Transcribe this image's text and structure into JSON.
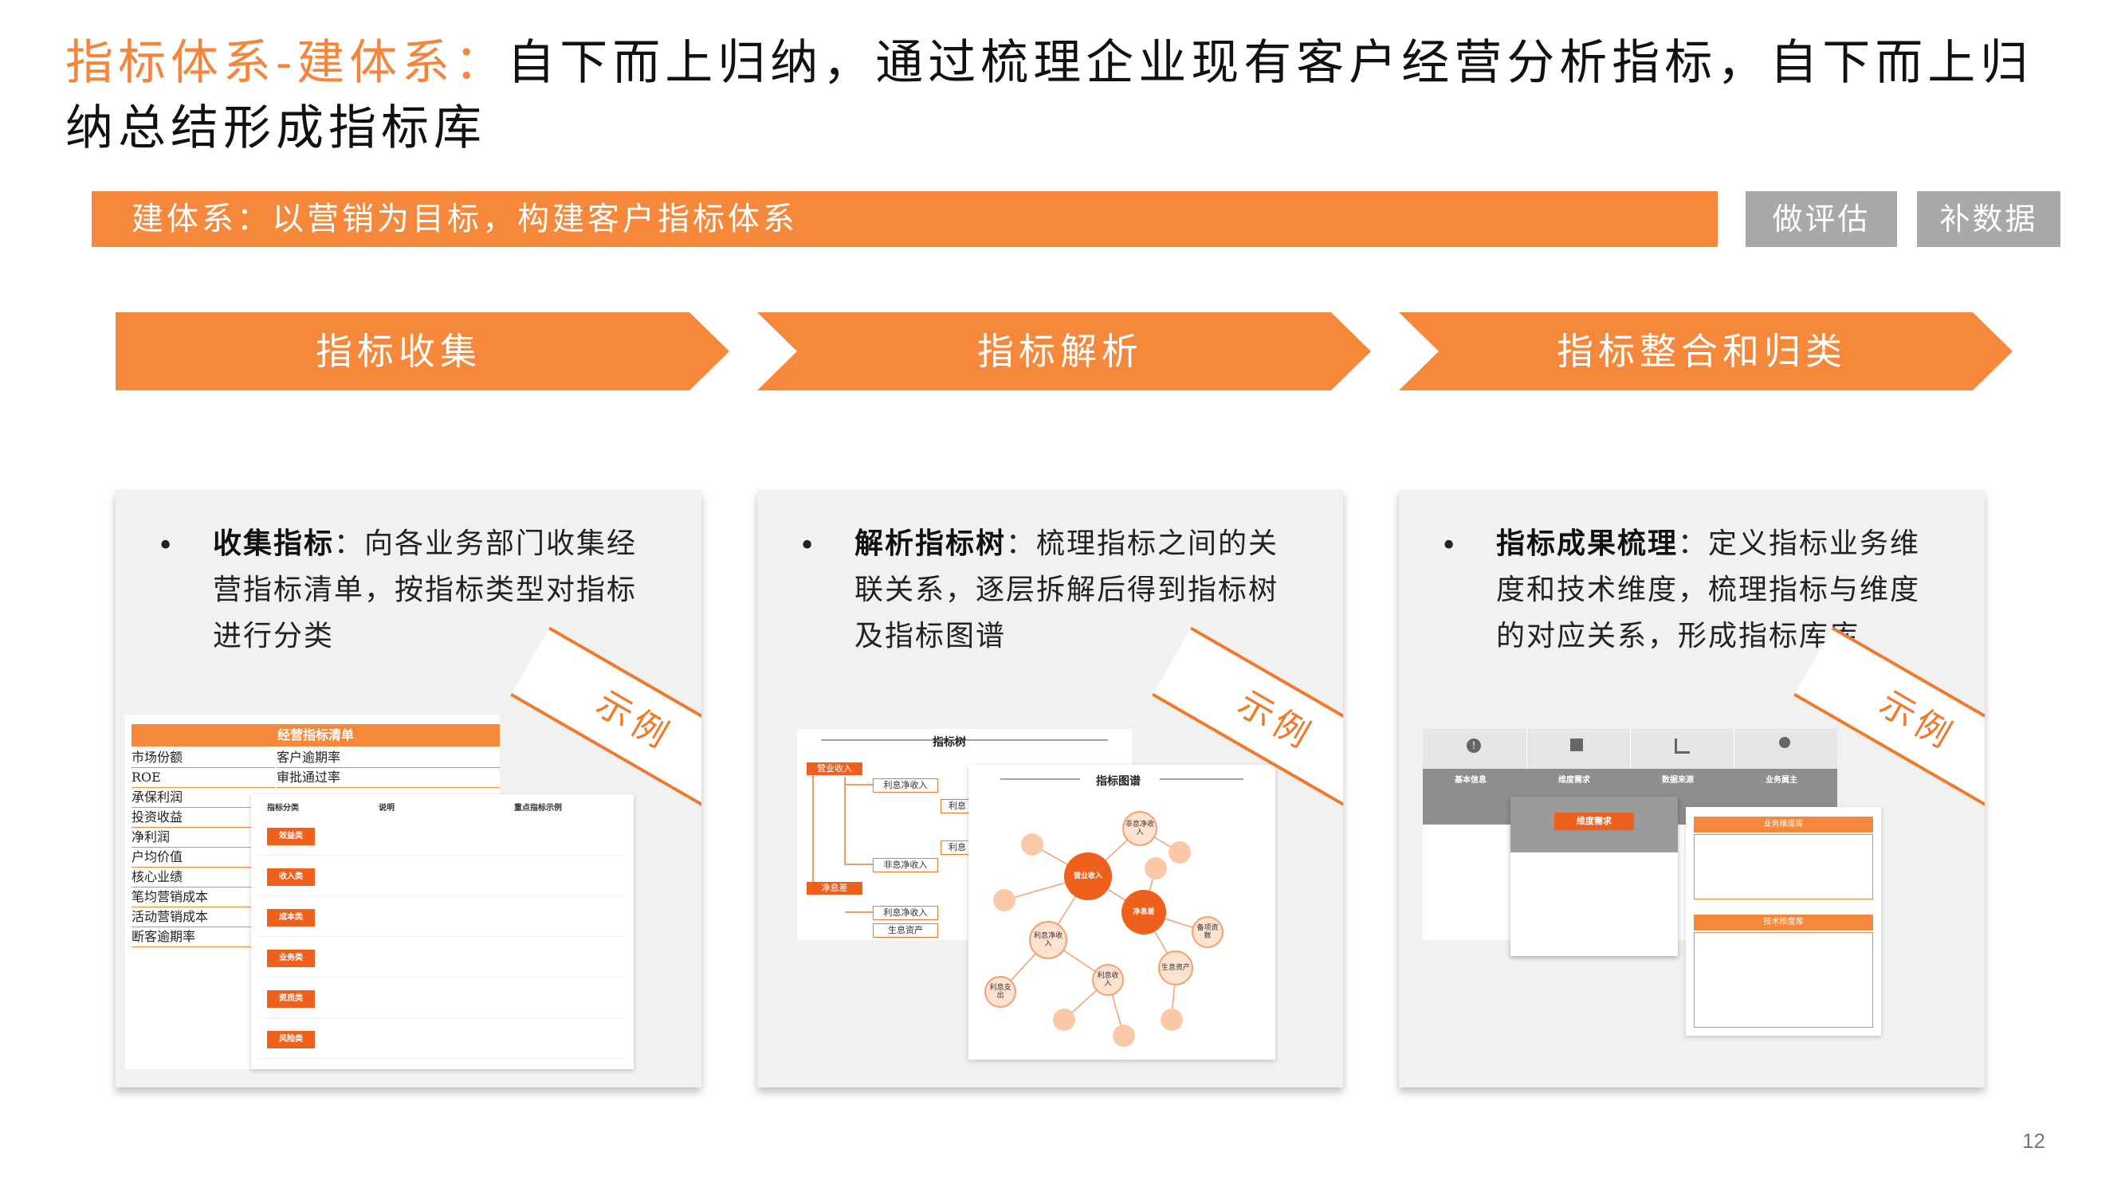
{
  "title": {
    "accent": "指标体系-建体系：",
    "main": "自下而上归纳，通过梳理企业现有客户经营分析指标，自下而上归纳总结形成指标库"
  },
  "banner": {
    "label": "建体系：以营销为目标，构建客户指标体系"
  },
  "buttons": [
    "做评估",
    "补数据"
  ],
  "steps": [
    "指标收集",
    "指标解析",
    "指标整合和归类"
  ],
  "panels": [
    {
      "bold": "收集指标",
      "text": "：向各业务部门收集经营指标清单，按指标类型对指标进行分类",
      "stamp": "示例",
      "thumb": {
        "header": "经营指标清单",
        "list": [
          "市场份额",
          "ROE",
          "承保利润",
          "投资收益",
          "净利润",
          "户均价值",
          "核心业绩",
          "笔均营销成本",
          "活动营销成本",
          "断客逾期率"
        ],
        "list2": [
          "客户逾期率",
          "审批通过率"
        ],
        "table_headers": [
          "指标分类",
          "说明",
          "重点指标示例"
        ],
        "categories": [
          "效益类",
          "收入类",
          "成本类",
          "业务类",
          "资质类",
          "风险类"
        ]
      }
    },
    {
      "bold": "解析指标树",
      "text": "：梳理指标之间的关联关系，逐层拆解后得到指标树及指标图谱",
      "stamp": "示例",
      "thumb": {
        "tree_title": "指标树",
        "graph_title": "指标图谱",
        "tree_nodes": [
          "营业收入",
          "利息净收入",
          "利息",
          "利息",
          "非息净收入",
          "净息差",
          "利息净收入",
          "生息资产"
        ],
        "graph_nodes": [
          "营业收入",
          "净息差",
          "利息净收入",
          "利息支出",
          "生息资产",
          "备项资数",
          "非息净收入",
          "利息收入"
        ]
      }
    },
    {
      "bold": "指标成果梳理",
      "text": "：定义指标业务维度和技术维度，梳理指标与维度的对应关系，形成指标库库",
      "stamp": "示例",
      "thumb": {
        "tabs": [
          "基本信息",
          "维度需求",
          "数据来源",
          "业务属主"
        ],
        "box1": "业务维度库",
        "box2": "技术维度库",
        "mid": "维度需求"
      }
    }
  ],
  "page_number": "12"
}
